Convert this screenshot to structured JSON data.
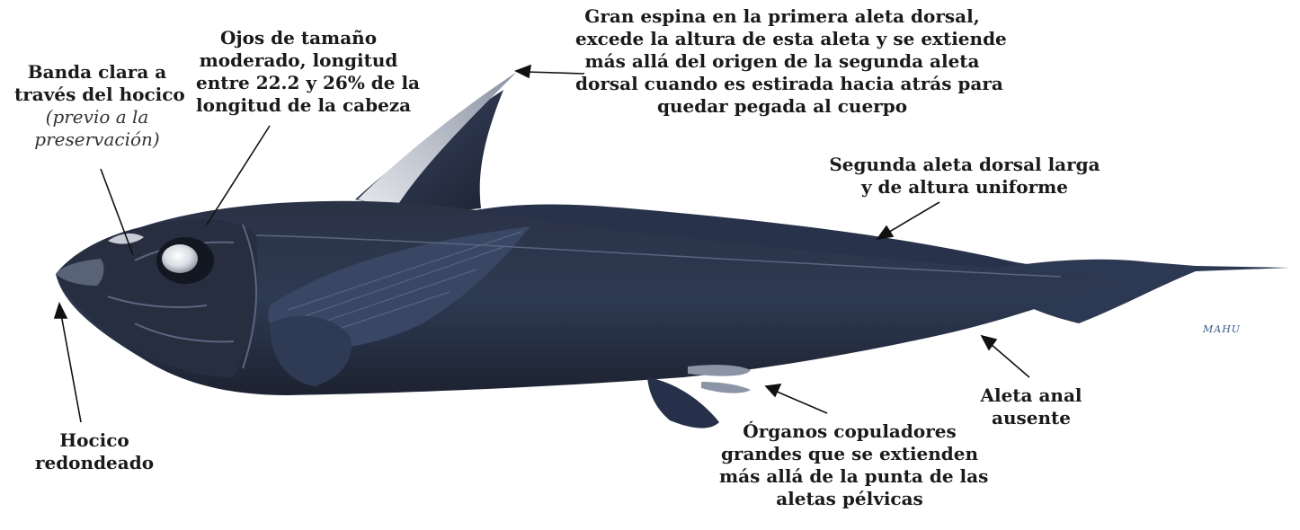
{
  "labels": {
    "banda": {
      "lines": [
        "Banda clara a",
        "través del hocico"
      ],
      "italic_lines": [
        "(previo a la",
        "preservación)"
      ]
    },
    "ojos": {
      "lines": [
        "Ojos de tamaño",
        "moderado, longitud",
        "entre 22.2 y 26% de la",
        "longitud de la cabeza"
      ]
    },
    "espina": {
      "lines": [
        "Gran espina en la primera aleta dorsal,",
        "excede la altura de esta aleta y se extiende",
        "más allá del origen de la segunda aleta",
        "dorsal cuando es estirada hacia atrás para",
        "quedar pegada al cuerpo"
      ]
    },
    "segunda_dorsal": {
      "lines": [
        "Segunda aleta dorsal larga",
        "y de altura uniforme"
      ]
    },
    "anal": {
      "lines": [
        "Aleta anal",
        "ausente"
      ]
    },
    "organos": {
      "lines": [
        "Órganos copuladores",
        "grandes que se extienden",
        "más allá de la punta de las",
        "aletas pélvicas"
      ]
    },
    "hocico": {
      "lines": [
        "Hocico",
        "redondeado"
      ]
    }
  },
  "signature": "MAHU",
  "colors": {
    "body_dark": "#1f2533",
    "body_mid": "#33405a",
    "body_light": "#55647f",
    "fin_light": "#c9ccd2",
    "text": "#1a1a1a",
    "arrow": "#111111"
  }
}
